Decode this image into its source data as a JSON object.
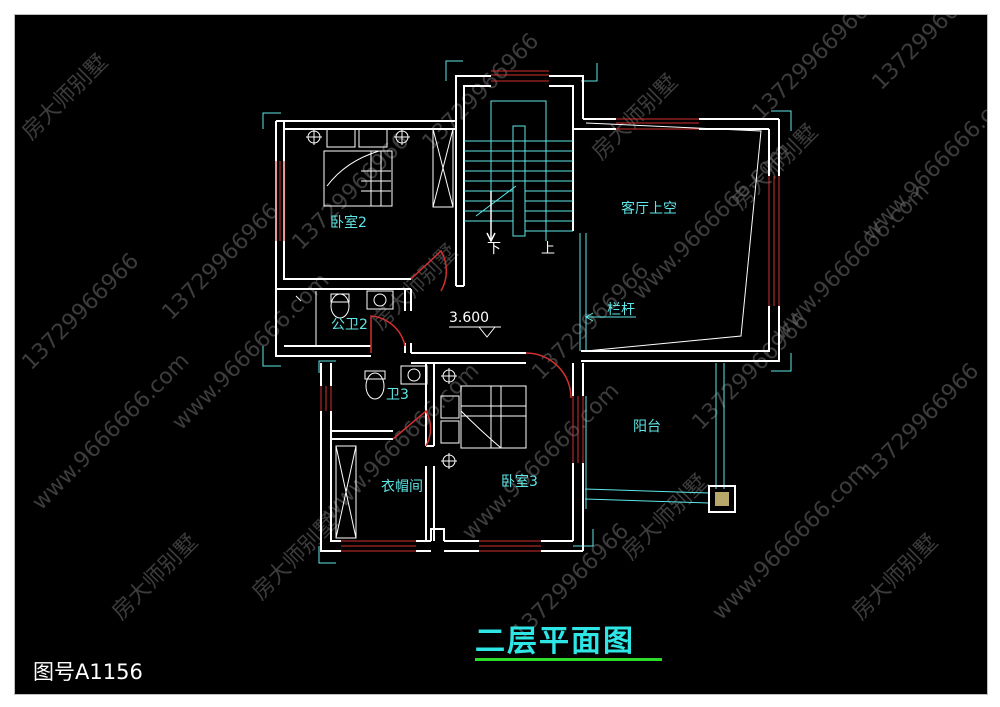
{
  "drawing": {
    "title": "二层平面图",
    "drawing_number": "图号A1156",
    "elevation": "3.600",
    "rooms": {
      "bedroom2": "卧室2",
      "living_void": "客厅上空",
      "railing": "栏杆",
      "bath2": "公卫2",
      "bath3": "卫3",
      "balcony": "阳台",
      "closet": "衣帽间",
      "bedroom3": "卧室3"
    },
    "stair": {
      "down": "下",
      "up": "上"
    }
  },
  "watermark": {
    "brand": "房大师别墅",
    "phone": "13729966966",
    "site": "www.9666666.com"
  },
  "colors": {
    "background": "#000000",
    "wall": "#ffffff",
    "window": "#d23030",
    "annotation": "#5ee6e6",
    "title": "#2ee6e6",
    "title_underline": "#2bdc2b"
  }
}
